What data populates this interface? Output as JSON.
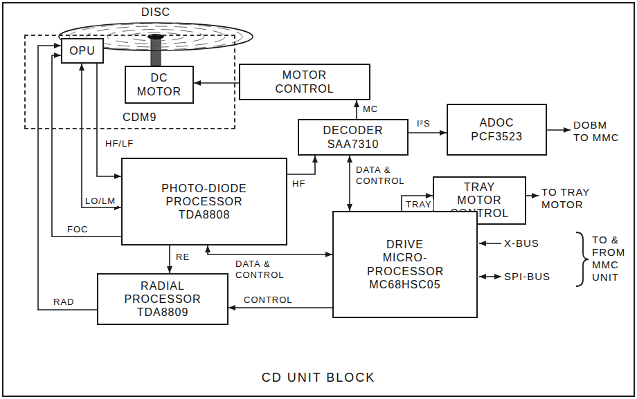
{
  "diagram": {
    "caption": "CD UNIT BLOCK",
    "nodes": [
      {
        "text": [
          "DISC"
        ]
      },
      {
        "text": [
          "CDM9"
        ]
      },
      {
        "text": [
          "OPU"
        ],
        "in": 1
      },
      {
        "text": [
          "DC MOTOR"
        ],
        "in": 1
      },
      {
        "text": [
          "MOTOR CONTROL"
        ]
      },
      {
        "text": [
          "DECODER SAA7310"
        ]
      },
      {
        "text": [
          "ADOC PCF3523"
        ]
      },
      {
        "text": [
          "PHOTO-DIODE PROCESSOR TDA8808"
        ]
      },
      {
        "text": [
          "TRAY MOTOR CONTROL"
        ]
      },
      {
        "text": [
          "DRIVE MICRO- PROCESSOR MC68HSC05"
        ]
      },
      {
        "text": [
          "RADIAL PROCESSOR TDA8809"
        ]
      }
    ],
    "edges": [
      {
        "from": 4,
        "to": 3,
        "arrow": "to"
      },
      {
        "from": 5,
        "to": 4,
        "label": "MC",
        "arrow": "to"
      },
      {
        "from": 5,
        "to": 6,
        "label": "I²S",
        "arrow": "to"
      },
      {
        "from": 2,
        "to": 7,
        "label": "HF/LF",
        "arrow": "to"
      },
      {
        "from": 2,
        "to": 7,
        "label": "LO/LM",
        "arrow": "both"
      },
      {
        "from": 7,
        "to": 2,
        "label": "FOC",
        "arrow": "to"
      },
      {
        "from": 10,
        "to": 2,
        "label": "RAD",
        "arrow": "to"
      },
      {
        "from": 7,
        "to": 5,
        "label": "HF",
        "arrow": "to"
      },
      {
        "from": 7,
        "to": 10,
        "label": "RE",
        "arrow": "to"
      },
      {
        "from": 9,
        "to": 7,
        "label": "DATA & CONTROL",
        "arrow": "both"
      },
      {
        "from": 5,
        "to": 9,
        "label": "DATA & CONTROL",
        "arrow": "both"
      },
      {
        "from": 9,
        "to": 10,
        "label": "CONTROL",
        "arrow": "to"
      },
      {
        "from": 9,
        "to": 8,
        "label": "TRAY",
        "arrow": "to"
      }
    ],
    "labels": [
      "DOBM TO MMC",
      "TO TRAY MOTOR",
      "X-BUS",
      "SPI-BUS",
      "TO & FROM MMC UNIT"
    ]
  }
}
